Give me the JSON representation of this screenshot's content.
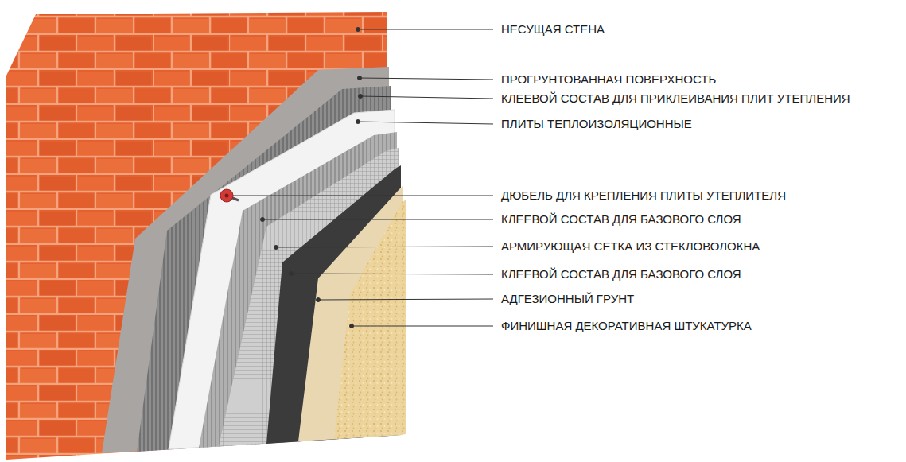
{
  "diagram": {
    "labels": [
      "НЕСУЩАЯ СТЕНА",
      "ПРОГРУНТОВАННАЯ ПОВЕРХНОСТЬ",
      "КЛЕЕВОЙ СОСТАВ ДЛЯ ПРИКЛЕИВАНИЯ ПЛИТ УТЕПЛЕНИЯ",
      "ПЛИТЫ ТЕПЛОИЗОЛЯЦИОННЫЕ",
      "ДЮБЕЛЬ ДЛЯ КРЕПЛЕНИЯ ПЛИТЫ УТЕПЛИТЕЛЯ",
      "КЛЕЕВОЙ СОСТАВ ДЛЯ БАЗОВОГО СЛОЯ",
      "АРМИРУЮЩАЯ СЕТКА ИЗ СТЕКЛОВОЛОКНА",
      "КЛЕЕВОЙ СОСТАВ ДЛЯ БАЗОВОГО СЛОЯ",
      "АДГЕЗИОННЫЙ ГРУНТ",
      "ФИНИШНАЯ ДЕКОРАТИВНАЯ ШТУКАТУРКА"
    ]
  }
}
